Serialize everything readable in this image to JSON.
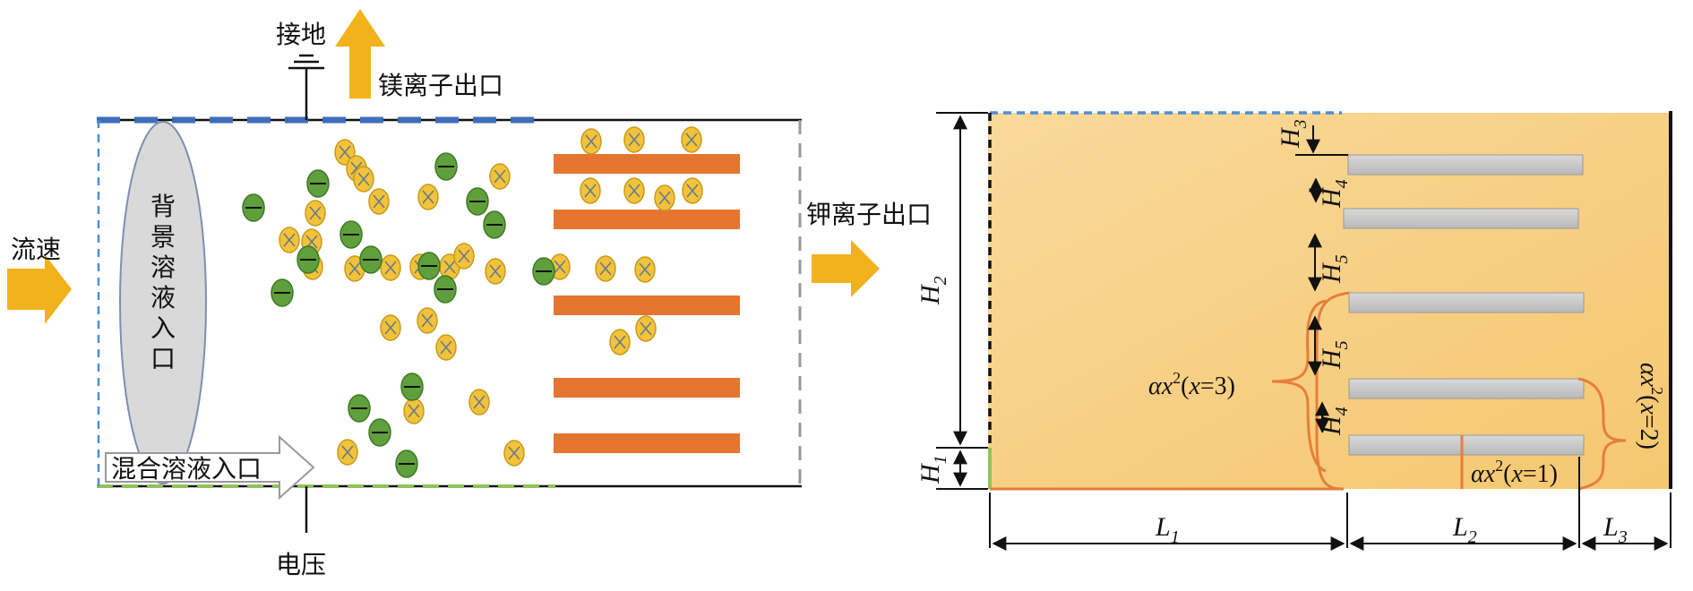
{
  "left_panel": {
    "ground_label": "接地",
    "mg_outlet_label": "镁离子出口",
    "flow_label": "流速",
    "bg_inlet_label": "背景溶液入口",
    "k_outlet_label": "钾离子出口",
    "mix_inlet_label": "混合溶液入口",
    "voltage_label": "电压"
  },
  "right_panel": {
    "labels": {
      "H1": "H",
      "H1_sub": "1",
      "H2": "H",
      "H2_sub": "2",
      "H3": "H",
      "H3_sub": "3",
      "H4a": "H",
      "H4a_sub": "4",
      "H5a": "H",
      "H5a_sub": "5",
      "H5b": "H",
      "H5b_sub": "5",
      "H4b": "H",
      "H4b_sub": "4",
      "L1": "L",
      "L1_sub": "1",
      "L2": "L",
      "L2_sub": "2",
      "L3": "L",
      "L3_sub": "3"
    },
    "ax3": {
      "prefix": "αx",
      "sup": "2",
      "open": "(",
      "var": "x",
      "eq": "=3)"
    },
    "ax1": {
      "prefix": "αx",
      "sup": "2",
      "open": "(",
      "var": "x",
      "eq": "=1)"
    },
    "ax2": {
      "prefix": "αx",
      "sup": "2",
      "open": "(",
      "var": "x",
      "eq": "=2)"
    }
  },
  "colors": {
    "arrow_yellow": "#f2b21c",
    "positive_ion": "#f2c33a",
    "negative_ion": "#5fa03c",
    "plate_orange": "#e5762f",
    "dash_blue": "#3d6eb8",
    "dash_green": "#8fc45a",
    "domain_fill": "#f7cf86",
    "electrode_gray": "#c8c8c8",
    "curve_orange": "#e67e3a"
  }
}
